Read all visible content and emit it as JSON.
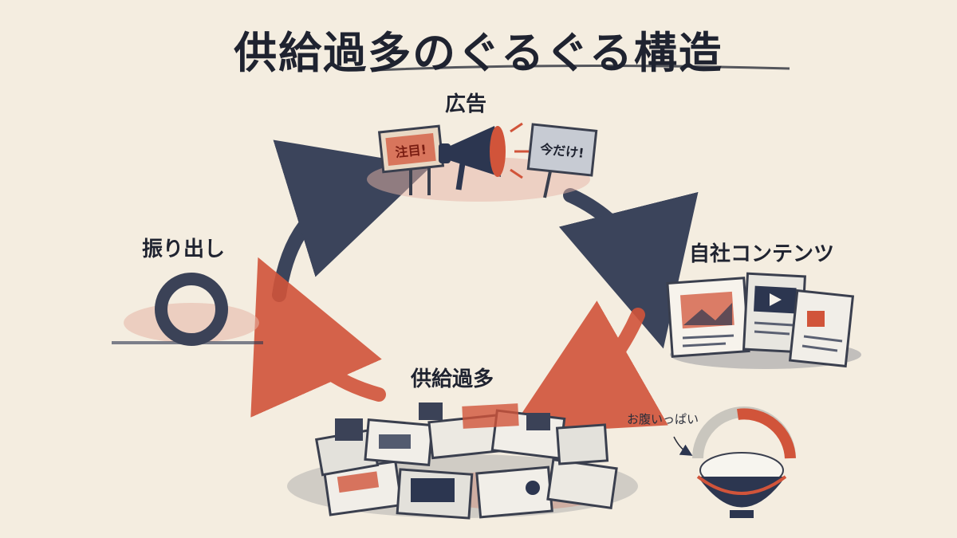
{
  "title": "供給過多のぐるぐる構造",
  "nodes": {
    "ad": {
      "label": "広告",
      "signs": [
        "注目!",
        "今だけ!"
      ]
    },
    "owned_content": {
      "label": "自社コンテンツ"
    },
    "oversupply": {
      "label": "供給過多"
    },
    "reset": {
      "label": "振り出し"
    }
  },
  "note": "お腹いっぱい",
  "colors": {
    "navy": "#2c3650",
    "red": "#d1543a",
    "paper": "#f4ede0",
    "ink": "#1f2330"
  },
  "icons": [
    "megaphone-icon",
    "sign-icon",
    "document-icon",
    "ring-icon",
    "rice-bowl-icon",
    "gauge-icon"
  ]
}
